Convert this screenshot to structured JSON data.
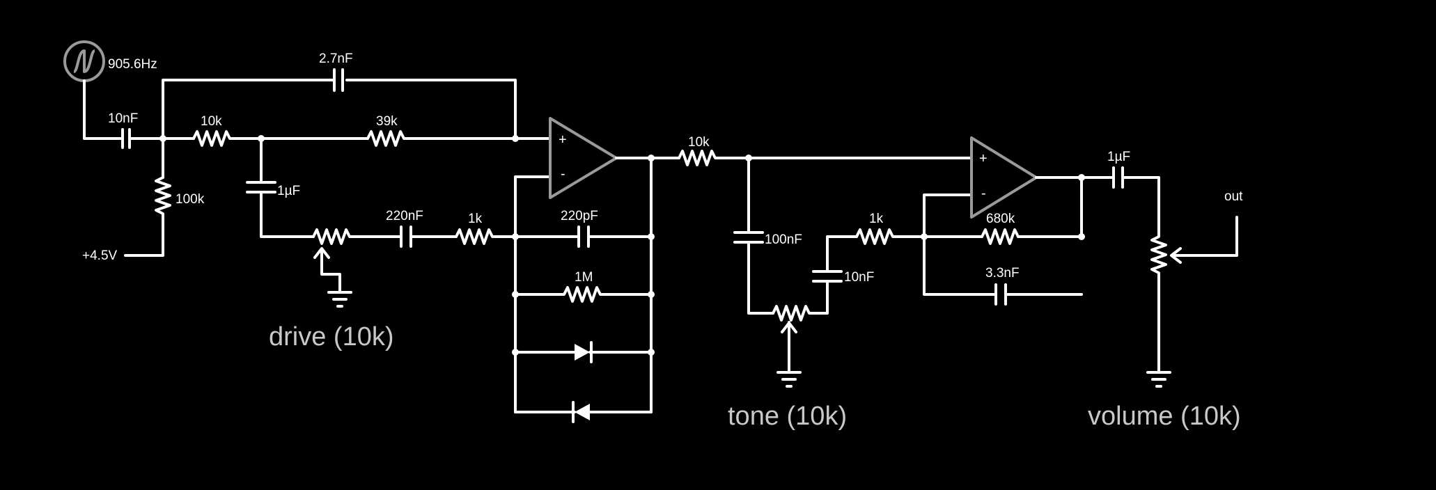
{
  "source": {
    "frequency": "905.6Hz"
  },
  "supply": {
    "voltage": "+4.5V"
  },
  "components": {
    "c_in": "10nF",
    "c_fb_top": "2.7nF",
    "r_in": "10k",
    "r_series": "39k",
    "r_bias": "100k",
    "c_shunt": "1µF",
    "c_drive": "220nF",
    "r_drive": "1k",
    "c_fb": "220pF",
    "r_fb": "1M",
    "r_out1": "10k",
    "c_tone1": "100nF",
    "r_tone": "1k",
    "c_tone2": "10nF",
    "r_fb2": "680k",
    "c_fb2": "3.3nF",
    "c_out": "1µF"
  },
  "opamps": {
    "plus": "+",
    "minus": "-"
  },
  "controls": {
    "drive": "drive (10k)",
    "tone": "tone (10k)",
    "volume": "volume (10k)"
  },
  "output": {
    "label": "out"
  },
  "colors": {
    "background": "#000000",
    "wire": "#ffffff",
    "opamp": "#9a9a9a",
    "control_label": "#c8c8c8"
  }
}
